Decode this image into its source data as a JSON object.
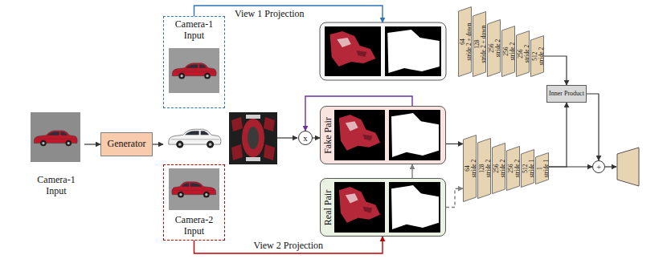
{
  "diagram": {
    "nodes": [
      {
        "text": [
          "Camera-1 Input"
        ]
      },
      {
        "text": [
          "Generator"
        ]
      },
      {
        "text": [
          "Camera-1 Input"
        ]
      },
      {
        "text": [
          "Camera-2 Input"
        ]
      },
      {
        "text": [
          "x"
        ]
      },
      {
        "text": [
          "Fake Pair"
        ]
      },
      {
        "text": [
          "Real Pair"
        ]
      },
      {
        "text": [
          "64",
          "stride 2 + down"
        ]
      },
      {
        "text": [
          "128",
          "stride 2 + down"
        ]
      },
      {
        "text": [
          "256",
          "stride 2"
        ]
      },
      {
        "text": [
          "256",
          "stride 2"
        ]
      },
      {
        "text": [
          "256",
          "stride 2"
        ]
      },
      {
        "text": [
          "512",
          "stride 2"
        ]
      },
      {
        "text": [
          "Inner Product"
        ]
      },
      {
        "text": [
          "64",
          "stride 2"
        ]
      },
      {
        "text": [
          "128",
          "stride 2"
        ]
      },
      {
        "text": [
          "256",
          "stride 2"
        ]
      },
      {
        "text": [
          "256",
          "stride 2"
        ]
      },
      {
        "text": [
          "512",
          "stride 1"
        ]
      },
      {
        "text": [
          "1",
          "stride 1"
        ]
      },
      {
        "text": [
          "+"
        ]
      }
    ],
    "edges": [
      {
        "from": 0,
        "to": 1,
        "arrow": "to"
      },
      {
        "from": 4,
        "to": 5,
        "arrow": "to"
      },
      {
        "from": 5,
        "to": 4,
        "arrow": "to"
      },
      {
        "from": 6,
        "to": 5,
        "arrow": "to"
      },
      {
        "from": 3,
        "to": 6,
        "label": "View 2 Projection",
        "arrow": "to"
      },
      {
        "from": 12,
        "to": 13,
        "arrow": "to"
      },
      {
        "from": 5,
        "to": 14,
        "arrow": "to"
      },
      {
        "from": 6,
        "to": 14,
        "arrow": "to"
      },
      {
        "from": 19,
        "to": 20,
        "arrow": "to"
      },
      {
        "from": 19,
        "to": 13,
        "arrow": "to"
      },
      {
        "from": 13,
        "to": 20,
        "arrow": "to"
      }
    ],
    "labels": [
      "View 1 Projection"
    ]
  }
}
